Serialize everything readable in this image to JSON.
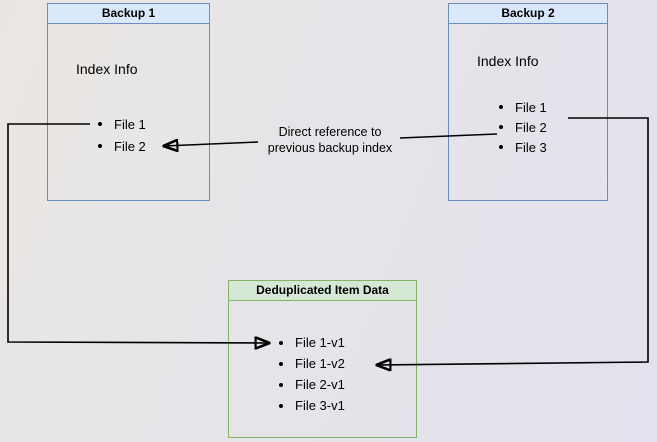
{
  "diagram": {
    "backup1": {
      "title": "Backup 1",
      "section_label": "Index Info",
      "files": [
        "File 1",
        "File 2"
      ]
    },
    "backup2": {
      "title": "Backup 2",
      "section_label": "Index Info",
      "files": [
        "File 1",
        "File 2",
        "File 3"
      ]
    },
    "dedup": {
      "title": "Deduplicated Item Data",
      "files": [
        "File 1-v1",
        "File 1-v2",
        "File 2-v1",
        "File 3-v1"
      ]
    },
    "annotation": {
      "line1": "Direct reference to",
      "line2": "previous backup index"
    }
  },
  "colors": {
    "blue_border": "#6c8ebf",
    "blue_fill": "#dae8fc",
    "green_border": "#82b366",
    "green_fill": "#d5e8d4",
    "line_color": "#000000",
    "text_color": "#000000"
  }
}
